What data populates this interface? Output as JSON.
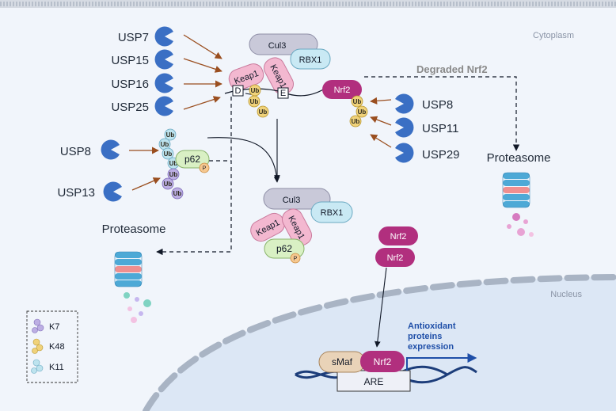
{
  "regions": {
    "cytoplasm": "Cytoplasm",
    "nucleus": "Nucleus"
  },
  "complex_top": {
    "cul3": "Cul3",
    "rbx1": "RBX1",
    "keap1_a": "Keap1",
    "keap1_b": "Keap1",
    "d": "D",
    "e": "E"
  },
  "complex_bottom": {
    "cul3": "Cul3",
    "rbx1": "RBX1",
    "keap1_a": "Keap1",
    "keap1_b": "Keap1",
    "p62": "p62",
    "p": "P"
  },
  "ub_label": "Ub",
  "usp_left": [
    "USP7",
    "USP15",
    "USP16",
    "USP25"
  ],
  "usp_right": [
    "USP8",
    "USP11",
    "USP29"
  ],
  "usp_p62": [
    "USP8",
    "USP13"
  ],
  "degraded_label": "Degraded Nrf2",
  "nrf2": "Nrf2",
  "p62": "p62",
  "p": "P",
  "proteasome": "Proteasome",
  "nucleus_items": {
    "smaf": "sMaf",
    "nrf2": "Nrf2",
    "are": "ARE",
    "antioxidant": [
      "Antioxidant",
      "proteins",
      "expression"
    ]
  },
  "legend": [
    "K7",
    "K48",
    "K11"
  ],
  "colors": {
    "usp": "#3a6fc4",
    "nrf2": "#b12f7e",
    "keap1": "#f3b8d0",
    "cul3": "#c9c9d9",
    "rbx1": "#c9e9f4",
    "p62": "#d9f0c4",
    "ub_k48": "#f0d27a",
    "ub_k7": "#bcaee3",
    "ub_k11": "#bde3ee",
    "arrow": "#9a4e1f",
    "dna": "#1c3d7a",
    "antioxidant": "#1f4fa8"
  }
}
